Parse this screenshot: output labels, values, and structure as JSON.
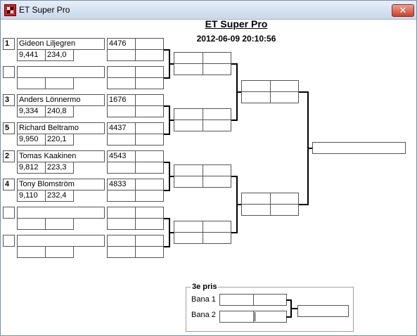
{
  "window": {
    "title": "ET Super Pro",
    "close_label": "✕"
  },
  "header": {
    "title": "ET Super Pro",
    "datetime": "2012-06-09 20:10:56"
  },
  "round1": [
    {
      "seed": "1",
      "name": "Gideon Liljegren",
      "rt": "9,441",
      "speed": "234,0",
      "dial": "4476"
    },
    {
      "seed": "",
      "name": "",
      "rt": "",
      "speed": "",
      "dial": ""
    },
    {
      "seed": "3",
      "name": "Anders Lönnermo",
      "rt": "9,334",
      "speed": "240,8",
      "dial": "1676"
    },
    {
      "seed": "5",
      "name": "Richard Beltramo",
      "rt": "9,950",
      "speed": "220,1",
      "dial": "4437"
    },
    {
      "seed": "2",
      "name": "Tomas Kaakinen",
      "rt": "9,812",
      "speed": "223,3",
      "dial": "4543"
    },
    {
      "seed": "4",
      "name": "Tony Blomström",
      "rt": "9,110",
      "speed": "232,4",
      "dial": "4833"
    },
    {
      "seed": "",
      "name": "",
      "rt": "",
      "speed": "",
      "dial": ""
    },
    {
      "seed": "",
      "name": "",
      "rt": "",
      "speed": "",
      "dial": ""
    }
  ],
  "third_place": {
    "title": "3e pris",
    "lanes": [
      {
        "label": "Bana 1"
      },
      {
        "label": "Bana 2"
      }
    ]
  }
}
